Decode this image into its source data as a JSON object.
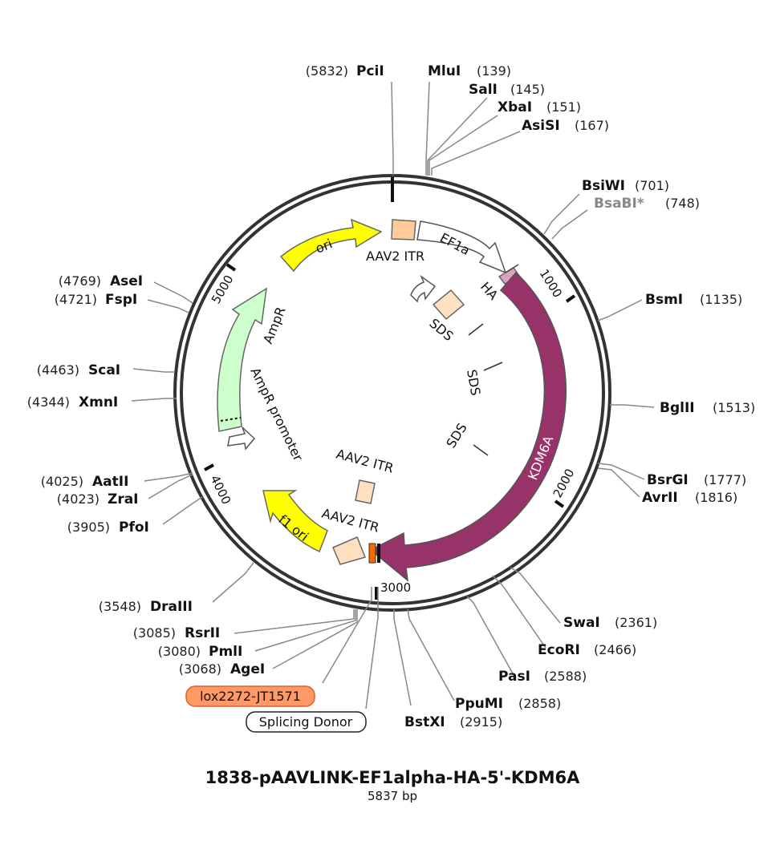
{
  "title": "1838-pAAVLINK-EF1alpha-HA-5'-KDM6A",
  "size_label": "5837 bp",
  "ticks": [
    "1000",
    "2000",
    "3000",
    "4000",
    "5000"
  ],
  "features": {
    "ori": "ori",
    "aav2_itr_top": "AAV2 ITR",
    "ef1a": "EF1a",
    "ha": "HA",
    "sds_1": "SDS",
    "sds_2": "SDS",
    "sds_3": "SDS",
    "kdm6a": "KDM6A",
    "ampr": "AmpR",
    "ampr_promoter": "AmpR promoter",
    "aav2_itr_mid": "AAV2 ITR",
    "aav2_itr_low": "AAV2 ITR",
    "f1_ori": "f1 ori"
  },
  "sites": [
    {
      "name": "PciI",
      "pos": "(5832)"
    },
    {
      "name": "MluI",
      "pos": "(139)"
    },
    {
      "name": "SalI",
      "pos": "(145)"
    },
    {
      "name": "XbaI",
      "pos": "(151)"
    },
    {
      "name": "AsiSI",
      "pos": "(167)"
    },
    {
      "name": "BsiWI",
      "pos": "(701)"
    },
    {
      "name": "BsaBI*",
      "pos": "(748)"
    },
    {
      "name": "BsmI",
      "pos": "(1135)"
    },
    {
      "name": "BglII",
      "pos": "(1513)"
    },
    {
      "name": "BsrGI",
      "pos": "(1777)"
    },
    {
      "name": "AvrII",
      "pos": "(1816)"
    },
    {
      "name": "SwaI",
      "pos": "(2361)"
    },
    {
      "name": "EcoRI",
      "pos": "(2466)"
    },
    {
      "name": "PasI",
      "pos": "(2588)"
    },
    {
      "name": "PpuMI",
      "pos": "(2858)"
    },
    {
      "name": "BstXI",
      "pos": "(2915)"
    },
    {
      "name": "AgeI",
      "pos": "(3068)"
    },
    {
      "name": "PmlI",
      "pos": "(3080)"
    },
    {
      "name": "RsrII",
      "pos": "(3085)"
    },
    {
      "name": "DraIII",
      "pos": "(3548)"
    },
    {
      "name": "PfoI",
      "pos": "(3905)"
    },
    {
      "name": "ZraI",
      "pos": "(4023)"
    },
    {
      "name": "AatII",
      "pos": "(4025)"
    },
    {
      "name": "XmnI",
      "pos": "(4344)"
    },
    {
      "name": "ScaI",
      "pos": "(4463)"
    },
    {
      "name": "FspI",
      "pos": "(4721)"
    },
    {
      "name": "AseI",
      "pos": "(4769)"
    }
  ],
  "boxed_labels": {
    "lox": "lox2272-JT1571",
    "splicing_donor": "Splicing Donor"
  },
  "colors": {
    "backbone": "#333333",
    "kdm6a": "#98336a",
    "ori": "#ffff00",
    "ampr": "#ccffcc",
    "itr": "#ffcc99",
    "sds": "#ffe0c0",
    "lox": "#ff9966",
    "muted_site": "#888888"
  }
}
